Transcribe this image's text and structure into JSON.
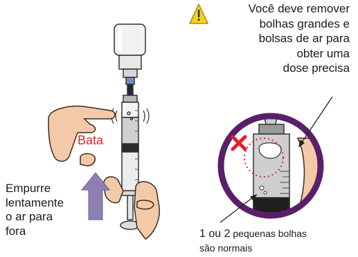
{
  "warning": {
    "icon": "warning-triangle-icon",
    "lines": [
      "Você deve remover",
      "bolhas grandes e",
      "bolsas de ar para",
      "obter uma",
      "dose precisa"
    ]
  },
  "push": {
    "icon": "up-arrow-icon",
    "lines": [
      "Empurre",
      "lentamente",
      "o ar para",
      "fora"
    ]
  },
  "tap": {
    "label": "Bata"
  },
  "bubbles": {
    "icon": "cross-mark-icon",
    "line1_big": "1 ou 2",
    "line1_small": " pequenas bolhas",
    "line2": "são normais"
  },
  "colors": {
    "warning_yellow": "#f7d21a",
    "tap_red": "#e8262b",
    "circle_purple": "#5a1f6b",
    "arrow_purple": "#8e7fb3",
    "cross_red": "#e32027",
    "bubble_red_dots": "#e32027"
  }
}
